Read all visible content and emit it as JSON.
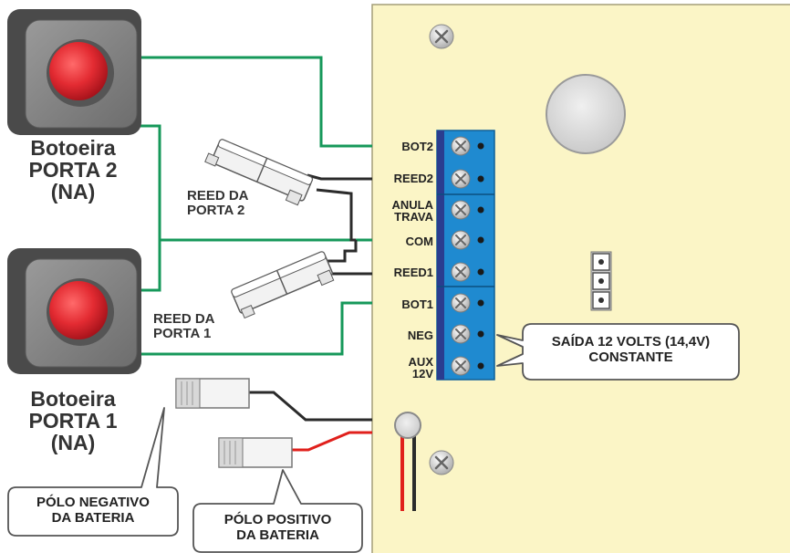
{
  "buttons": [
    {
      "line1": "Botoeira",
      "line2": "PORTA 2",
      "line3": "(NA)"
    },
    {
      "line1": "Botoeira",
      "line2": "PORTA 1",
      "line3": "(NA)"
    }
  ],
  "reeds": [
    {
      "line1": "REED DA",
      "line2": "PORTA 2"
    },
    {
      "line1": "REED DA",
      "line2": "PORTA 1"
    }
  ],
  "terminals": [
    {
      "line1": "BOT2",
      "line2": ""
    },
    {
      "line1": "REED2",
      "line2": ""
    },
    {
      "line1": "ANULA",
      "line2": "TRAVA"
    },
    {
      "line1": "COM",
      "line2": ""
    },
    {
      "line1": "REED1",
      "line2": ""
    },
    {
      "line1": "BOT1",
      "line2": ""
    },
    {
      "line1": "NEG",
      "line2": ""
    },
    {
      "line1": "AUX",
      "line2": "12V"
    }
  ],
  "callouts": {
    "output": {
      "line1": "SAÍDA 12 VOLTS (14,4V)",
      "line2": "CONSTANTE"
    },
    "battery_negative": {
      "line1": "PÓLO NEGATIVO",
      "line2": "DA BATERIA"
    },
    "battery_positive": {
      "line1": "PÓLO POSITIVO",
      "line2": "DA BATERIA"
    }
  },
  "colors": {
    "board": "#fbf5c6",
    "terminal_block": "#1f8ad0",
    "wire_green": "#16985a",
    "wire_black": "#2b2b2b",
    "wire_red": "#e0201c",
    "button_red": "#e32b32"
  }
}
